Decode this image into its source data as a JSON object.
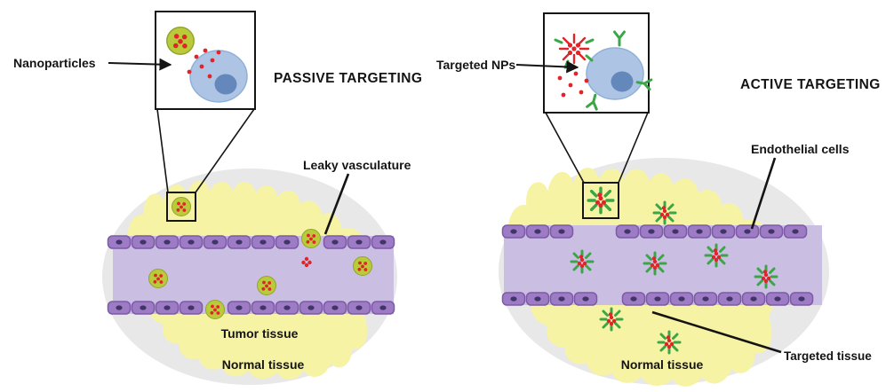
{
  "colors": {
    "np-green": "#b9cb3b",
    "np-green-edge": "#92a42b",
    "dot-red": "#e02429",
    "cell-blue": "#adc4e4",
    "cell-blue-edge": "#8fb0d8",
    "nucleus-blue": "#6488bc",
    "band-lavender": "#cabfe2",
    "endo-purple": "#9d7cc5",
    "endo-purple-edge": "#7c5aa6",
    "endo-nucleus": "#3f3566",
    "tissue-yellow": "#f6f3a5",
    "ellipse-gray": "#e8e8e8",
    "ligand-green": "#3ba648"
  },
  "panels": {
    "passive": {
      "title": "PASSIVE TARGETING",
      "nanoparticles_label": "Nanoparticles",
      "leaky_vasculature_label": "Leaky vasculature",
      "tumor_tissue_label": "Tumor tissue",
      "normal_tissue_label": "Normal tissue"
    },
    "active": {
      "title": "ACTIVE TARGETING",
      "targeted_nps_label": "Targeted NPs",
      "endothelial_cells_label": "Endothelial cells",
      "normal_tissue_label": "Normal tissue",
      "targeted_tissue_label": "Targeted tissue"
    }
  }
}
